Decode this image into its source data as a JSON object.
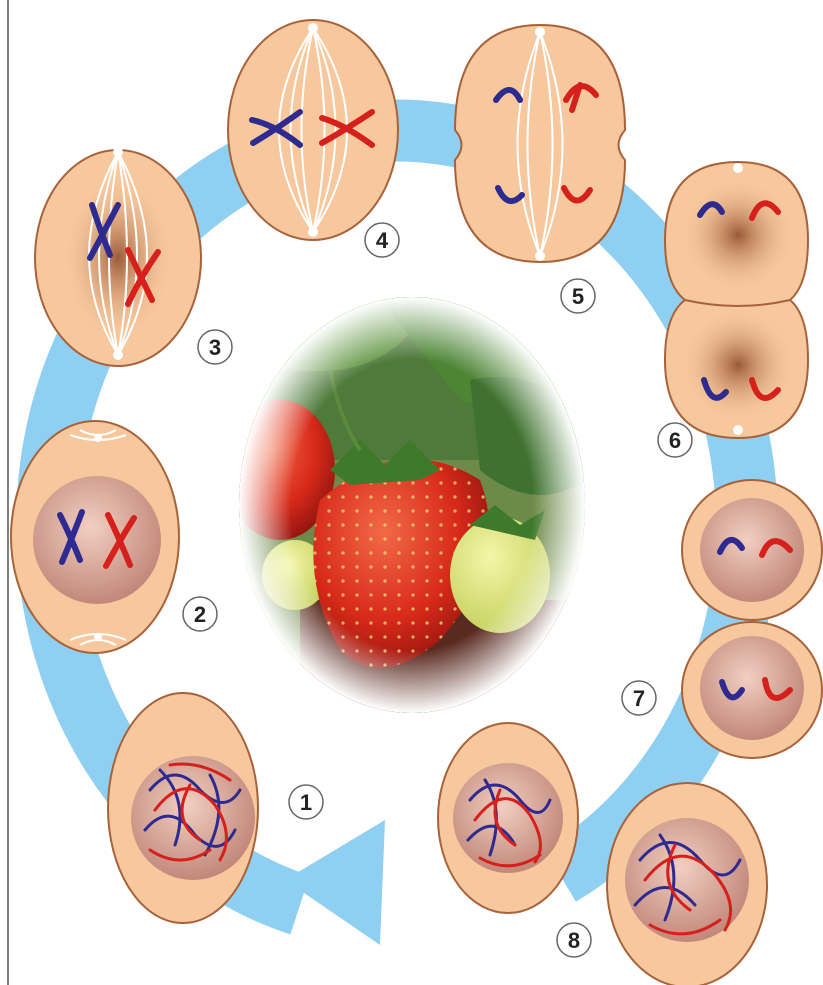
{
  "diagram": {
    "colors": {
      "cycle_arrow": "#8fd0f2",
      "cell_fill": "#f7c89d",
      "cell_stroke": "#a7623a",
      "nucleus_fill": "#d9aa98",
      "spindle": "#ffffff",
      "maternal_chromosome": "#2e2a8f",
      "paternal_chromosome": "#d6201b",
      "label_circle": "#ffffff"
    },
    "center_image_icon": "strawberry-plant-photo",
    "stages": [
      {
        "number": "1"
      },
      {
        "number": "2"
      },
      {
        "number": "3"
      },
      {
        "number": "4"
      },
      {
        "number": "5"
      },
      {
        "number": "6"
      },
      {
        "number": "7"
      },
      {
        "number": "8"
      }
    ]
  }
}
